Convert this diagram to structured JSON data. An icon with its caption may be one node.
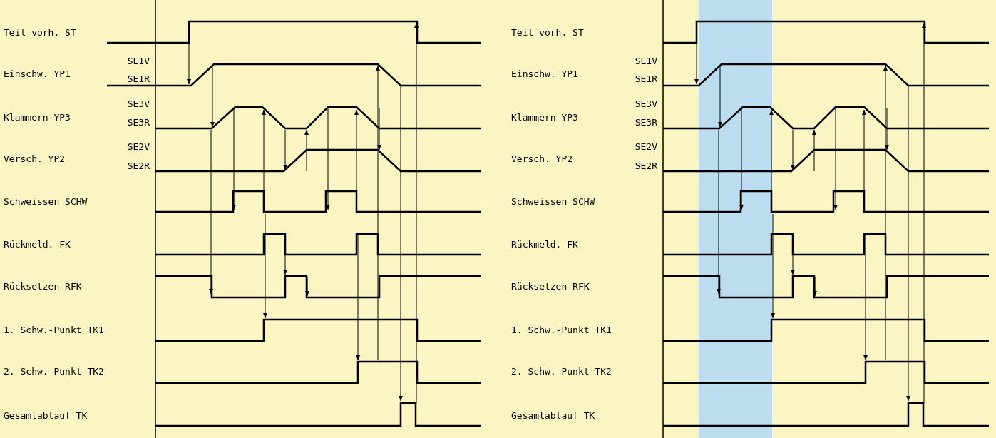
{
  "diagram": {
    "labels": [
      "Teil vorh. ST",
      "SE1V",
      "Einschw. YP1",
      "SE1R",
      "SE3V",
      "Klammern YP3",
      "SE3R",
      "SE2V",
      "Versch. YP2",
      "SE2R",
      "Schweissen SCHW",
      "Rückmeld. FK",
      "Rücksetzen RFK",
      "1. Schw.-Punkt TK1",
      "2. Schw.-Punkt TK2",
      "Gesamtablauf TK",
      "Teil vorh. ST",
      "SE1V",
      "Einschw. YP1",
      "SE1R",
      "SE3V",
      "Klammern YP3",
      "SE3R",
      "SE2V",
      "Versch. YP2",
      "SE2R",
      "Schweissen SCHW",
      "Rückmeld. FK",
      "Rücksetzen RFK",
      "1. Schw.-Punkt TK1",
      "2. Schw.-Punkt TK2",
      "Gesamtablauf TK"
    ]
  }
}
